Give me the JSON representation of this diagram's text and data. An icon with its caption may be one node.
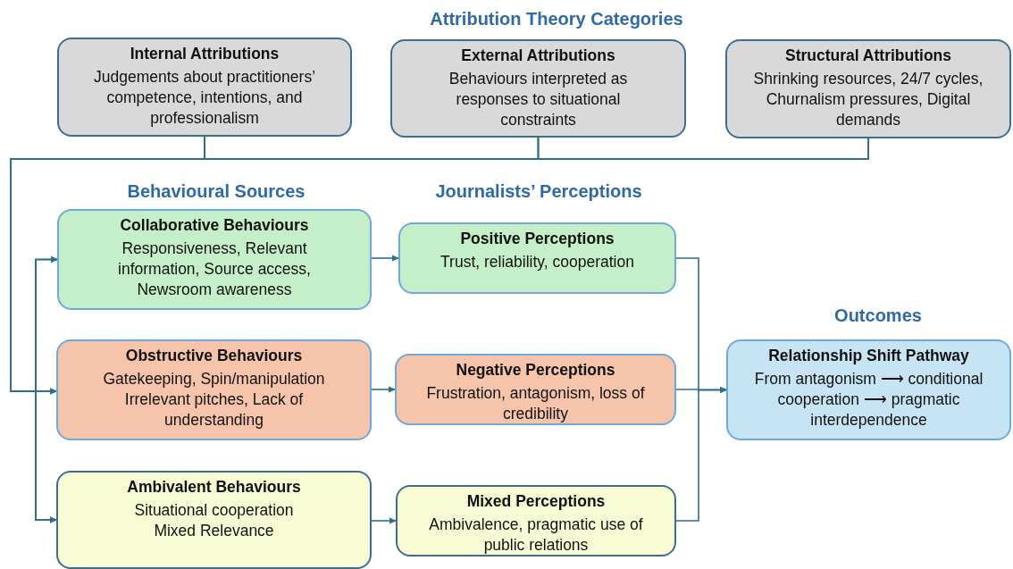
{
  "diagram": {
    "title": "Attribution Theory Categories",
    "nodes": [
      {
        "text": [
          "Internal Attributions",
          "Judgements about practitioners’ competence, intentions, and professionalism"
        ]
      },
      {
        "text": [
          "External Attributions",
          "Behaviours interpreted as responses to situational constraints"
        ]
      },
      {
        "text": [
          "Structural Attributions",
          "Shrinking resources, 24/7 cycles, Churnalism pressures, Digital demands"
        ]
      },
      {
        "text": [
          "Collaborative Behaviours",
          "Responsiveness, Relevant information, Source access, Newsroom awareness"
        ]
      },
      {
        "text": [
          "Obstructive Behaviours",
          "Gatekeeping, Spin/manipulation Irrelevant pitches, Lack of understanding"
        ]
      },
      {
        "text": [
          "Ambivalent Behaviours",
          "Situational cooperation Mixed Relevance"
        ]
      },
      {
        "text": [
          "Positive Perceptions",
          "Trust, reliability, cooperation"
        ]
      },
      {
        "text": [
          "Negative Perceptions",
          "Frustration, antagonism, loss of credibility"
        ]
      },
      {
        "text": [
          "Mixed Perceptions",
          "Ambivalence, pragmatic use of public relations"
        ]
      },
      {
        "text": [
          "Relationship Shift Pathway",
          "From antagonism ⟶ conditional cooperation ⟶ pragmatic interdependence"
        ]
      }
    ],
    "edges": [
      {
        "from": 0,
        "to": 3,
        "arrow": "to"
      },
      {
        "from": 0,
        "to": 4,
        "arrow": "to"
      },
      {
        "from": 0,
        "to": 5,
        "arrow": "to"
      },
      {
        "from": 1,
        "to": 3,
        "arrow": "to"
      },
      {
        "from": 1,
        "to": 4,
        "arrow": "to"
      },
      {
        "from": 1,
        "to": 5,
        "arrow": "to"
      },
      {
        "from": 2,
        "to": 3,
        "arrow": "to"
      },
      {
        "from": 2,
        "to": 4,
        "arrow": "to"
      },
      {
        "from": 2,
        "to": 5,
        "arrow": "to"
      },
      {
        "from": 3,
        "to": 6,
        "arrow": "to"
      },
      {
        "from": 4,
        "to": 7,
        "arrow": "to"
      },
      {
        "from": 5,
        "to": 8,
        "arrow": "to"
      },
      {
        "from": 6,
        "to": 9,
        "arrow": "to"
      },
      {
        "from": 7,
        "to": 9,
        "arrow": "to"
      },
      {
        "from": 8,
        "to": 9,
        "arrow": "to"
      }
    ],
    "labels": [
      "Behavioural Sources",
      "Journalists’ Perceptions",
      "Outcomes"
    ]
  }
}
